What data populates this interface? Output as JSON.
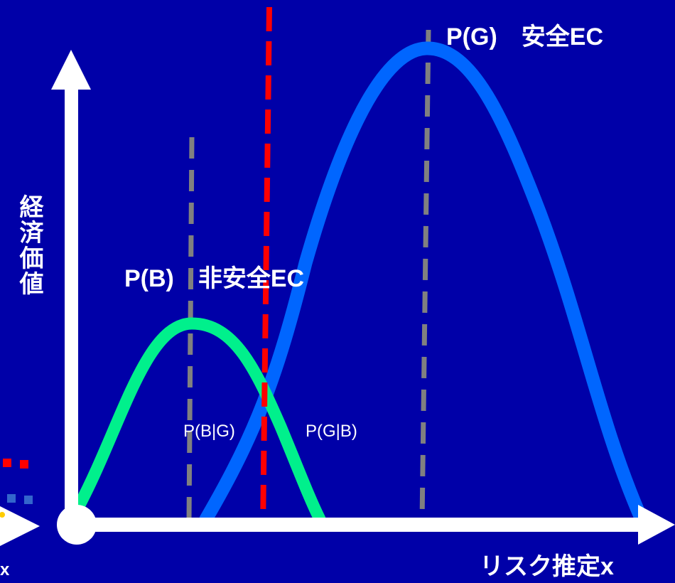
{
  "colors": {
    "background": "#0000a8",
    "axis": "#ffffff",
    "curve_bad": "#00f08c",
    "curve_good": "#0066ff",
    "mean_line": "#808080",
    "threshold": "#ff0000",
    "fragment_red": "#ff0000",
    "fragment_blue": "#3366cc",
    "fragment_yellow": "#ffcc00"
  },
  "labels": {
    "p_good": "P(G)　安全EC",
    "p_bad": "P(B)　非安全EC",
    "p_b_given_g": "P(B|G)",
    "p_g_given_b": "P(G|B)",
    "y_axis": "経済価値",
    "x_axis": "リスク推定x",
    "x_fragment": "x"
  },
  "icons": {
    "y_axis_arrow": "arrow-up-icon",
    "x_axis_arrow": "arrow-right-icon",
    "origin": "circle-icon"
  }
}
